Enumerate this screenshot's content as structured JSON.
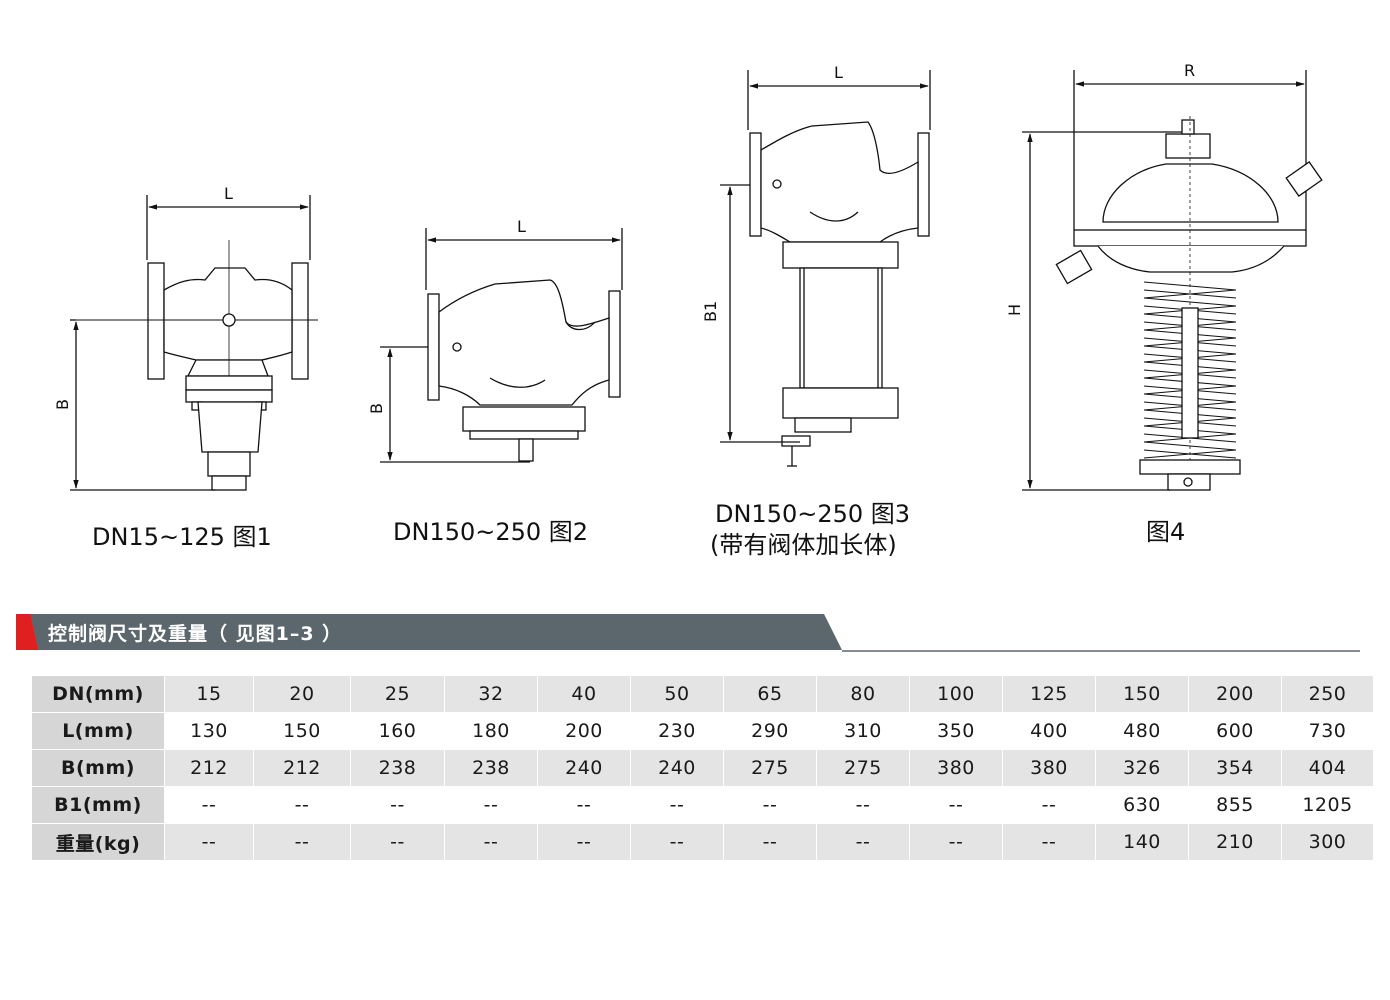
{
  "figures": [
    {
      "caption": "DN15~125 图1",
      "dim_labels": [
        "L",
        "B"
      ]
    },
    {
      "caption": "DN150~250 图2",
      "dim_labels": [
        "L",
        "B"
      ]
    },
    {
      "caption_line1": "DN150~250 图3",
      "caption_line2": "(带有阀体加长体)",
      "dim_labels": [
        "L",
        "B1"
      ]
    },
    {
      "caption": "图4",
      "dim_labels": [
        "R",
        "H"
      ]
    }
  ],
  "section": {
    "title": "控制阀尺寸及重量（ 见图1–3 ）",
    "accent_color": "#e02020",
    "banner_color": "#5b666d"
  },
  "table": {
    "rows": [
      {
        "label": "DN(mm)",
        "values": [
          "15",
          "20",
          "25",
          "32",
          "40",
          "50",
          "65",
          "80",
          "100",
          "125",
          "150",
          "200",
          "250"
        ]
      },
      {
        "label": "L(mm)",
        "values": [
          "130",
          "150",
          "160",
          "180",
          "200",
          "230",
          "290",
          "310",
          "350",
          "400",
          "480",
          "600",
          "730"
        ]
      },
      {
        "label": "B(mm)",
        "values": [
          "212",
          "212",
          "238",
          "238",
          "240",
          "240",
          "275",
          "275",
          "380",
          "380",
          "326",
          "354",
          "404"
        ]
      },
      {
        "label": "B1(mm)",
        "values": [
          "--",
          "--",
          "--",
          "--",
          "--",
          "--",
          "--",
          "--",
          "--",
          "--",
          "630",
          "855",
          "1205"
        ]
      },
      {
        "label": "重量(kg)",
        "values": [
          "--",
          "--",
          "--",
          "--",
          "--",
          "--",
          "--",
          "--",
          "--",
          "--",
          "140",
          "210",
          "300"
        ]
      }
    ]
  }
}
